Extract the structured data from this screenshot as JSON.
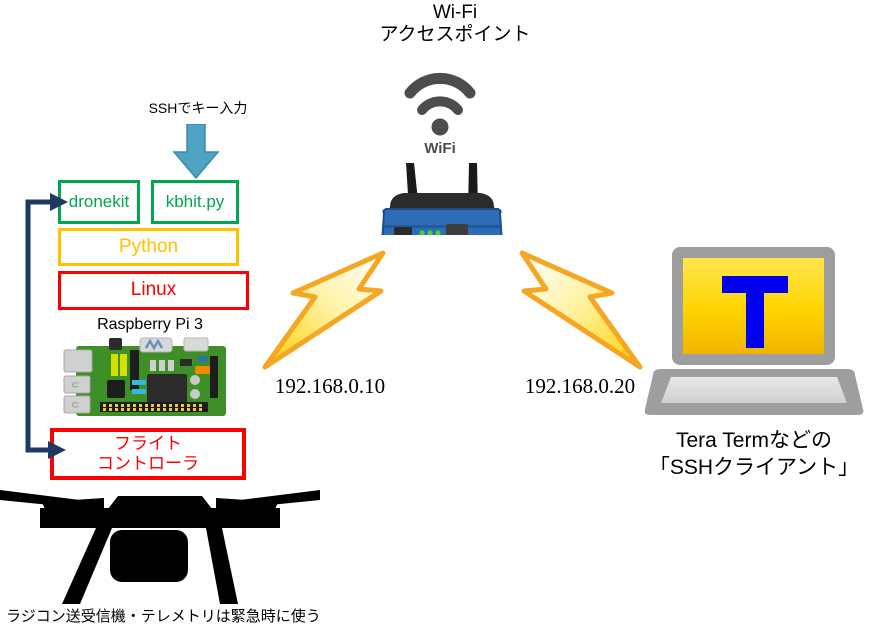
{
  "diagram": {
    "title_wifi": "Wi-Fi\nアクセスポイント",
    "ssh_key_input": "SSHでキー入力",
    "wifi_badge": "WiFi",
    "rpi_label": "Raspberry Pi 3",
    "ip_left": "192.168.0.10",
    "ip_right": "192.168.0.20",
    "terminal_caption": "Tera Termなどの\n「SSHクライアント」",
    "footer_note": "ラジコン送受信機・テレメトリは緊急時に使う",
    "boxes": {
      "dronekit": "dronekit",
      "kbhit": "kbhit.py",
      "python": "Python",
      "linux": "Linux",
      "flight_controller": "フライト\nコントローラ"
    },
    "laptop_logo_letter": "T",
    "colors": {
      "green": "#00a650",
      "yellow": "#ffc000",
      "red": "#ff0000",
      "navy": "#1f3864",
      "arrow_blue": "#4ea3c4",
      "bolt_orange": "#f5a623",
      "bolt_yellow": "#ffd700",
      "router_blue": "#2d6db5",
      "laptop_gray": "#9e9e9e",
      "screen_yellow": "#ffd500",
      "logo_blue": "#0000ee",
      "drone_black": "#000000",
      "pcb_green": "#3f8f29",
      "wifi_gray": "#4d4d4d"
    }
  }
}
